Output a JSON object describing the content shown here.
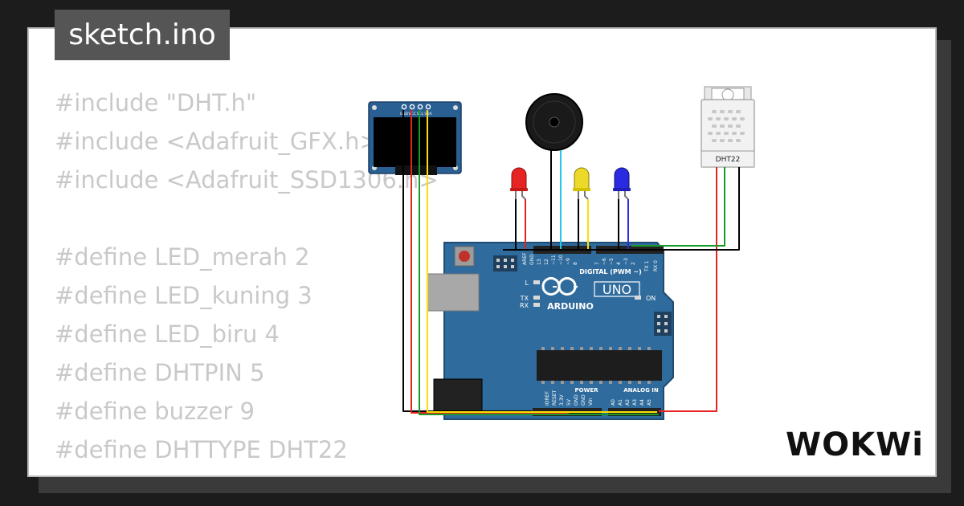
{
  "file_tab": {
    "label": "sketch.ino"
  },
  "code": {
    "lines": [
      "#include \"DHT.h\"",
      "#include <Adafruit_GFX.h>",
      "#include <Adafruit_SSD1306.h>",
      "",
      "#define LED_merah 2",
      "#define LED_kuning 3",
      "#define LED_biru 4",
      "#define DHTPIN 5",
      "#define buzzer 9",
      "#define DHTTYPE DHT22"
    ]
  },
  "circuit": {
    "oled_pins": [
      "GND",
      "VCC",
      "SCL",
      "SDA"
    ],
    "sensor_label": "DHT22",
    "board": {
      "uno_label": "UNO",
      "brand_label": "ARDUINO",
      "digital_label": "DIGITAL (PWM ~)",
      "power_label": "POWER",
      "analog_label": "ANALOG IN",
      "on_label": "ON",
      "l_label": "L",
      "tx_label": "TX",
      "rx_label": "RX",
      "top_pins": [
        "AREF",
        "GND",
        "13",
        "12",
        "~11",
        "~10",
        "~9",
        "8",
        "7",
        "~6",
        "~5",
        "4",
        "~3",
        "2",
        "TX 1",
        "RX 0"
      ],
      "power_pins": [
        "IOREF",
        "RESET",
        "3.3V",
        "5V",
        "GND",
        "GND",
        "Vin"
      ],
      "analog_pins": [
        "A0",
        "A1",
        "A2",
        "A3",
        "A4",
        "A5"
      ]
    }
  },
  "brand": {
    "logo_text": "WOKWi"
  },
  "colors": {
    "background": "#1c1c1c",
    "board_blue": "#2f6b9c",
    "wire_red": "#e8231f",
    "wire_green": "#1a9a2a",
    "wire_yellow": "#ffe000",
    "wire_cyan": "#22c8e6",
    "led_red": "#e62424",
    "led_yellow": "#ecd92a",
    "led_blue": "#2a2ae0"
  }
}
